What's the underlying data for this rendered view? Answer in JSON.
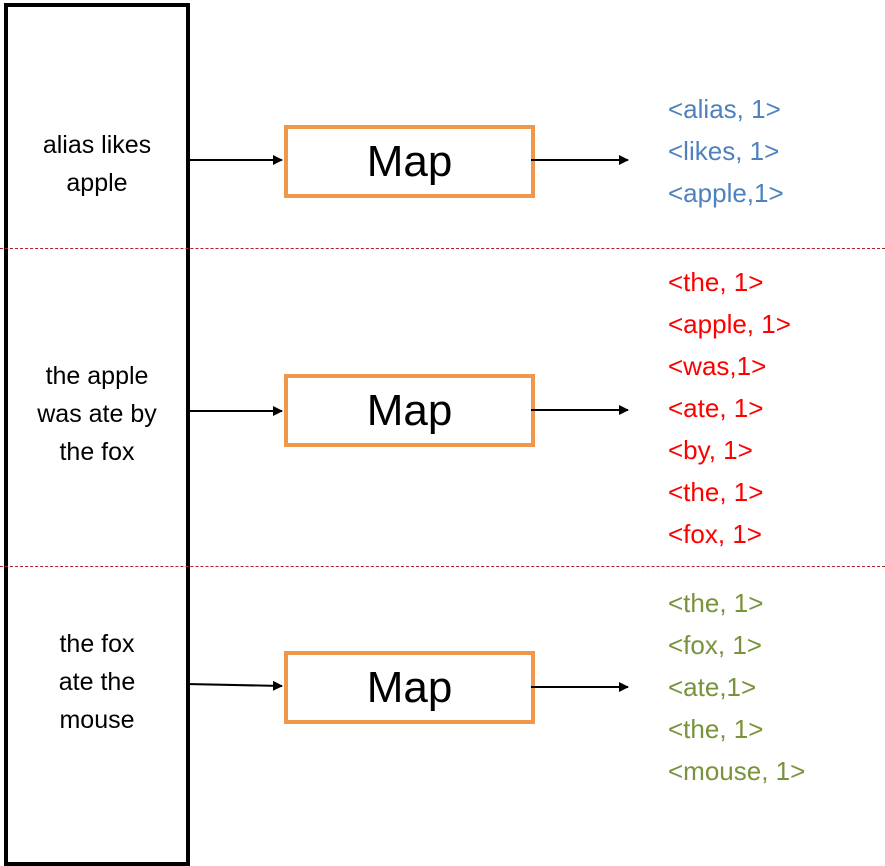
{
  "colors": {
    "group1": "#4f81bd",
    "group2": "#ff0000",
    "group3": "#77933c",
    "map_border": "#f0974b",
    "separator": "#b22222"
  },
  "inputs": [
    {
      "lines": [
        "alias likes",
        "apple"
      ]
    },
    {
      "lines": [
        "the apple",
        "was ate by",
        "the fox"
      ]
    },
    {
      "lines": [
        "the fox",
        "ate the",
        "mouse"
      ]
    }
  ],
  "map_label": "Map",
  "outputs": [
    {
      "items": [
        "<alias, 1>",
        "<likes, 1>",
        "<apple,1>"
      ]
    },
    {
      "items": [
        "<the, 1>",
        "<apple, 1>",
        "<was,1>",
        "<ate, 1>",
        "<by, 1>",
        "<the, 1>",
        "<fox, 1>"
      ]
    },
    {
      "items": [
        "<the, 1>",
        "<fox, 1>",
        "<ate,1>",
        "<the, 1>",
        "<mouse, 1>"
      ]
    }
  ]
}
